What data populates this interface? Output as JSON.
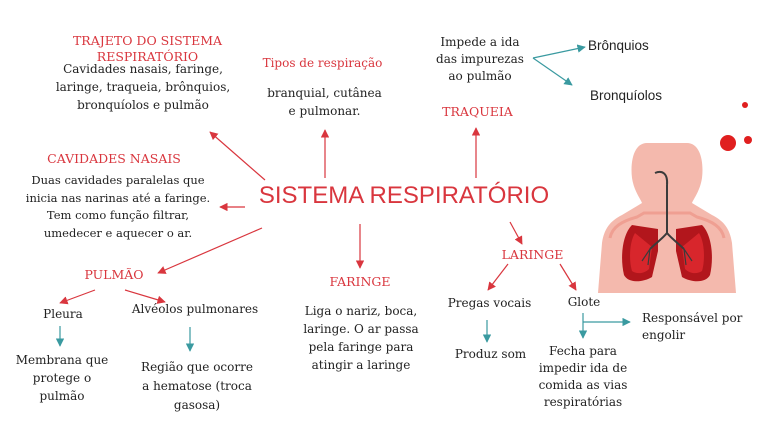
{
  "center": "SISTEMA RESPIRATÓRIO",
  "trajeto": {
    "title": "TRAJETO DO SISTEMA RESPIRATÓRIO",
    "text": "Cavidades nasais, faringe, laringe, traqueia, brônquios, bronquíolos e pulmão"
  },
  "tipos": {
    "title": "Tipos de respiração",
    "text": "branquial, cutânea e pulmonar."
  },
  "impede": {
    "text": "Impede a ida das impurezas ao pulmão",
    "branch1": "Brônquios",
    "branch2": "Bronquíolos"
  },
  "traqueia": {
    "title": "TRAQUEIA"
  },
  "cavidades": {
    "title": "CAVIDADES NASAIS",
    "text": "Duas cavidades paralelas que inicia nas narinas até a faringe. Tem como função filtrar, umedecer e aquecer o ar."
  },
  "pulmao": {
    "title": "PULMÃO",
    "pleura": "Pleura",
    "pleura_desc": "Membrana que protege o pulmão",
    "alveolos": "Alvéolos pulmonares",
    "alveolos_desc": "Região que ocorre a hematose (troca gasosa)"
  },
  "faringe": {
    "title": "FARINGE",
    "text": "Liga o nariz, boca, laringe. O ar passa pela faringe para atingir a laringe"
  },
  "laringe": {
    "title": "LARINGE",
    "pregas": "Pregas vocais",
    "pregas_desc": "Produz som",
    "glote": "Glote",
    "glote_desc": "Fecha para impedir ida de comida as vias respiratórias",
    "glote_desc2": "Responsável por engolir"
  },
  "colors": {
    "accent": "#d9363e",
    "teal": "#3a9aa0"
  }
}
